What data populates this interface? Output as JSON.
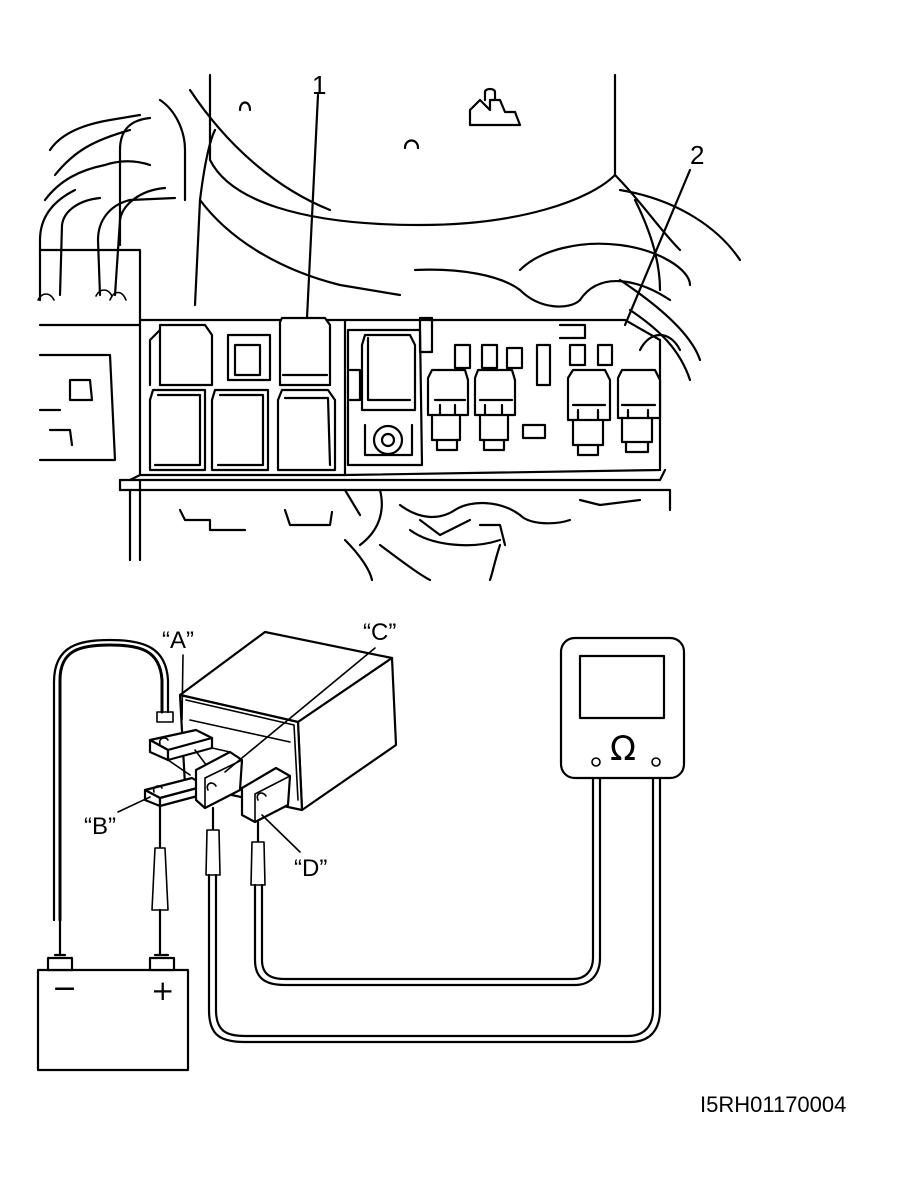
{
  "callouts": {
    "part1": "1",
    "part2": "2"
  },
  "terminals": {
    "a": "“A”",
    "b": "“B”",
    "c": "“C”",
    "d": "“D”"
  },
  "battery": {
    "negative": "−",
    "positive": "+"
  },
  "ohmmeter": {
    "symbol": "Ω"
  },
  "figure_code": "I5RH01170004"
}
